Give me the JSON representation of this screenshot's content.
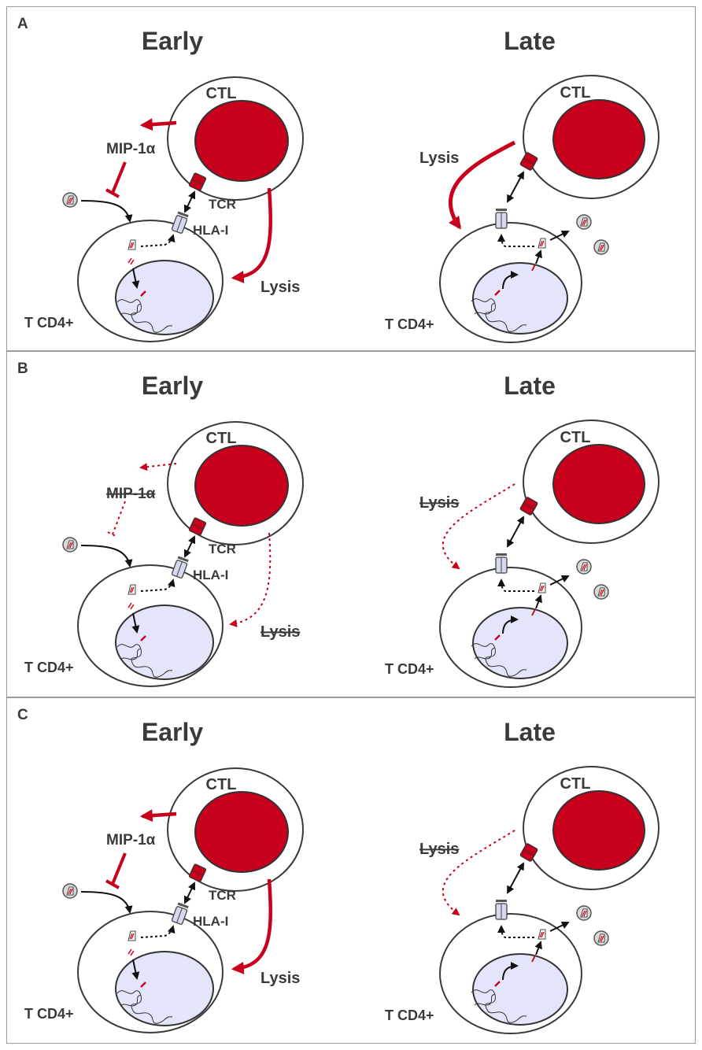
{
  "panels": [
    {
      "letter": "A",
      "early": {
        "title": "Early",
        "ctl_label": "CTL",
        "chemokine_label": "MIP-1α",
        "tcr_label": "TCR",
        "hla_label": "HLA-I",
        "lysis_label": "Lysis",
        "cd4_label": "T CD4+",
        "chemokine_active": true,
        "lysis_active": true
      },
      "late": {
        "title": "Late",
        "ctl_label": "CTL",
        "lysis_label": "Lysis",
        "cd4_label": "T CD4+",
        "lysis_active": true
      }
    },
    {
      "letter": "B",
      "early": {
        "title": "Early",
        "ctl_label": "CTL",
        "chemokine_label": "MIP-1α",
        "tcr_label": "TCR",
        "hla_label": "HLA-I",
        "lysis_label": "Lysis",
        "cd4_label": "T CD4+",
        "chemokine_active": false,
        "lysis_active": false
      },
      "late": {
        "title": "Late",
        "ctl_label": "CTL",
        "lysis_label": "Lysis",
        "cd4_label": "T CD4+",
        "lysis_active": false
      }
    },
    {
      "letter": "C",
      "early": {
        "title": "Early",
        "ctl_label": "CTL",
        "chemokine_label": "MIP-1α",
        "tcr_label": "TCR",
        "hla_label": "HLA-I",
        "lysis_label": "Lysis",
        "cd4_label": "T CD4+",
        "chemokine_active": true,
        "lysis_active": true
      },
      "late": {
        "title": "Late",
        "ctl_label": "CTL",
        "lysis_label": "Lysis",
        "cd4_label": "T CD4+",
        "lysis_active": false
      }
    }
  ],
  "colors": {
    "ctl_nucleus": "#c8001c",
    "active_arrow": "#c8001c",
    "cd4_nucleus": "#e4e4fa",
    "receptor_fill": "#d6d9ee",
    "outline": "#3a3a3a"
  }
}
